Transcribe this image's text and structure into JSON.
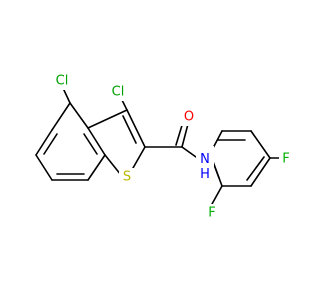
{
  "molecule": {
    "atoms": {
      "cl_top_left": {
        "text": "Cl",
        "color": "#00a000"
      },
      "cl_top_right": {
        "text": "Cl",
        "color": "#00a000"
      },
      "oxygen": {
        "text": "O",
        "color": "#ff0000"
      },
      "sulfur": {
        "text": "S",
        "color": "#b8b800"
      },
      "amide_nh": {
        "text": "N\nH",
        "color": "#0000ff"
      },
      "fluorine_right": {
        "text": "F",
        "color": "#00b000"
      },
      "fluorine_bottom": {
        "text": "F",
        "color": "#00b000"
      }
    }
  }
}
